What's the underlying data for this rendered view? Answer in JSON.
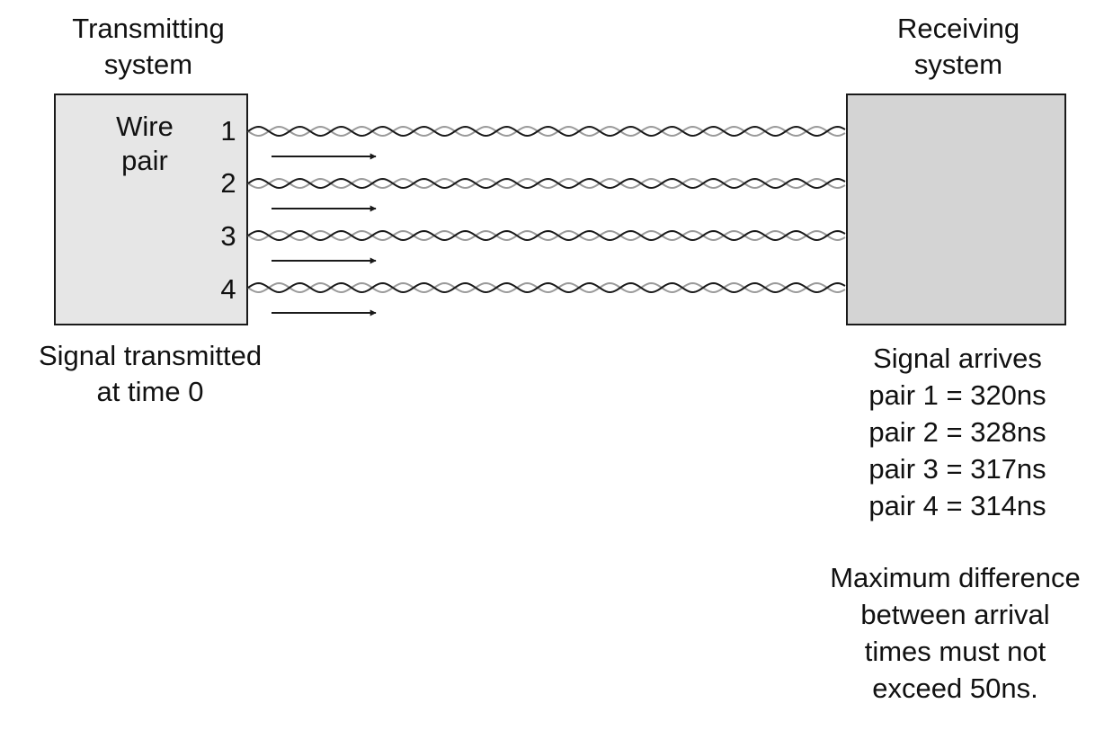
{
  "transmitter": {
    "title_line1": "Transmitting",
    "title_line2": "system",
    "wire_pair_line1": "Wire",
    "wire_pair_line2": "pair",
    "pairs": [
      "1",
      "2",
      "3",
      "4"
    ],
    "caption_line1": "Signal transmitted",
    "caption_line2": "at time 0",
    "box_color": "#e6e6e6"
  },
  "receiver": {
    "title_line1": "Receiving",
    "title_line2": "system",
    "box_color": "#d4d4d4",
    "arrivals_heading": "Signal arrives",
    "arrivals": [
      "pair 1 = 320ns",
      "pair 2 = 328ns",
      "pair 3 = 317ns",
      "pair 4 = 314ns"
    ],
    "note_lines": [
      "Maximum difference",
      "between arrival",
      "times must not",
      "exceed 50ns."
    ]
  },
  "cables": {
    "count": 4,
    "icon": "twisted-pair-icon",
    "arrow_icon": "arrow-right-icon",
    "wire_color_dark": "#1a1a1a",
    "wire_color_light": "#9a9a9a"
  }
}
